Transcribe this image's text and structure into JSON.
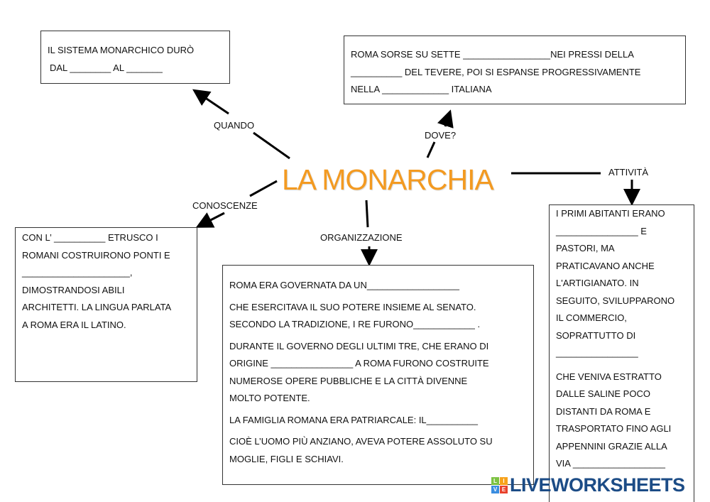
{
  "title": "LA MONARCHIA",
  "labels": {
    "quando": "QUANDO",
    "dove": "DOVE?",
    "attivita": "ATTIVITÀ",
    "conoscenze": "CONOSCENZE",
    "organizzazione": "ORGANIZZAZIONE"
  },
  "boxes": {
    "quando": [
      "IL SISTEMA MONARCHICO DURÒ",
      "DAL ________ AL _______"
    ],
    "dove": [
      "ROMA SORSE SU SETTE _________________NEI PRESSI DELLA",
      "__________ DEL TEVERE, POI SI ESPANSE PROGRESSIVAMENTE",
      "NELLA _____________ ITALIANA"
    ],
    "conoscenze": [
      "CON L’ __________ ETRUSCO I",
      "ROMANI COSTRUIRONO PONTI E",
      "_____________________,",
      "DIMOSTRANDOSI ABILI",
      "ARCHITETTI. LA LINGUA PARLATA",
      "A ROMA ERA IL LATINO."
    ],
    "organizzazione": [
      "ROMA ERA GOVERNATA DA UN__________________",
      "CHE ESERCITAVA IL SUO POTERE INSIEME AL SENATO.",
      "SECONDO LA TRADIZIONE, I RE FURONO____________ .",
      "DURANTE IL GOVERNO DEGLI ULTIMI TRE, CHE ERANO DI",
      "ORIGINE ________________ A ROMA FURONO COSTRUITE",
      "NUMEROSE OPERE PUBBLICHE E LA CITTÀ DIVENNE",
      "MOLTO POTENTE.",
      "LA FAMIGLIA ROMANA ERA PATRIARCALE: IL__________",
      "CIOÈ L’UOMO PIÙ  ANZIANO, AVEVA POTERE ASSOLUTO SU",
      "MOGLIE, FIGLI E SCHIAVI."
    ],
    "attivita": [
      "I PRIMI ABITANTI ERANO",
      "________________ E",
      "PASTORI, MA",
      "PRATICAVANO ANCHE",
      "L'ARTIGIANATO. IN",
      "SEGUITO, SVILUPPARONO",
      "IL COMMERCIO,",
      "SOPRATTUTTO DI",
      "________________",
      "CHE VENIVA ESTRATTO",
      "DALLE SALINE POCO",
      "DISTANTI DA ROMA E",
      "TRASPORTATO FINO AGLI",
      "APPENNINI GRAZIE ALLA",
      "VIA  __________________"
    ]
  },
  "logo": {
    "text": "LIVEWORKSHEETS",
    "tiles": [
      "L",
      "I",
      "V",
      "E"
    ]
  },
  "colors": {
    "title": "#f39a21",
    "logo": "#1c4c86"
  }
}
